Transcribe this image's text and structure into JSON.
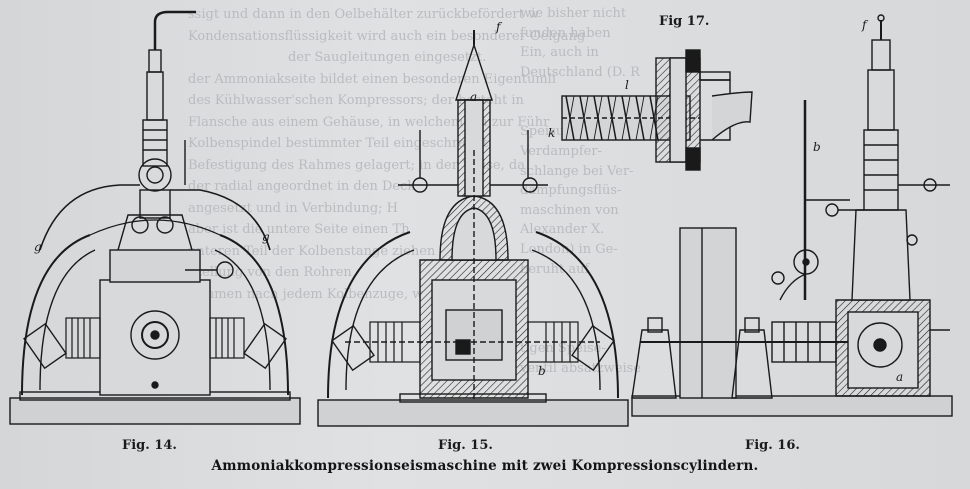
{
  "figures": [
    {
      "caption": "Fig. 14."
    },
    {
      "caption": "Fig. 15."
    },
    {
      "caption": "Fig. 16."
    },
    {
      "caption": "Fig 17."
    }
  ],
  "main_caption": "Ammoniakkompressionseismaschine mit zwei Kompressionscylindern.",
  "labels": {
    "f14_g_left": "g",
    "f14_g_right": "g",
    "f15_f": "f",
    "f15_a": "a",
    "f15_b1": "b",
    "f16_f": "f",
    "f16_b": "b",
    "f16_a": "a",
    "f17_k": "k",
    "f17_l": "l"
  },
  "background_text": {
    "line1": "ssigt und dann in den Oelbehälter zurückbefördert w",
    "line2": "Kondensationsflüssigkeit wird auch ein besonderer Oelgang",
    "line3": "der Saugleitungen eingesetzt.",
    "line4": "der Ammoniakseite bildet einen besonderen Eigentümli",
    "line5": "des Kühlwasser'schen Kompressors; der besteht in",
    "line6": "Flansche aus einem Gehäuse, in welchem ein zur Führ",
    "line7": "Kolbenspindel bestimmter Teil eingeschraubt",
    "line8": "Befestigung des Rahmes gelagert; in der Weise, da",
    "line9": "der radial angeordnet in den Deck",
    "line10": "angesetzt und in Verbindung; H",
    "line11": "aber ist die untere Seite einen Th",
    "line12": "unteren Teil der Kolbenstange ziehen",
    "line13": "Stellung von den Rohren",
    "line14": "Rahmen nach jedem Kolbenzuge, w",
    "side1": "wie bisher nicht",
    "side2": "funden haben",
    "side3": "Ein, auch in",
    "side4": "Deutschland (D. R",
    "side5": "Speisung der",
    "side6": "Verdampfer-",
    "side7": "schlange bei Ver-",
    "side8": "dampfungsflüs-",
    "side9": "maschinen von",
    "side10": "Alexander X.",
    "side11": "London) in Ge-",
    "side12": "beruht auf",
    "side13": "tigen Speise-",
    "side14": "ventil absatzweise"
  }
}
